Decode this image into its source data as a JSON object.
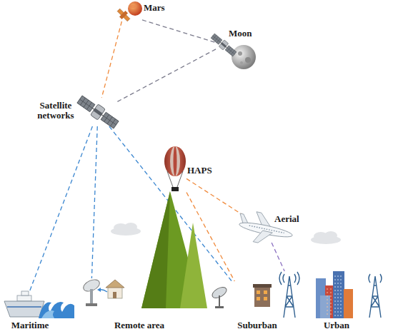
{
  "diagram": {
    "nodes": [
      {
        "text": [
          "Mars"
        ]
      },
      {
        "text": [
          "Moon"
        ]
      },
      {
        "text": [
          "Satellite networks"
        ]
      },
      {
        "text": [
          "HAPS"
        ]
      },
      {
        "text": [
          "Aerial"
        ]
      },
      {
        "text": [
          "Maritime"
        ]
      },
      {
        "text": [
          "Remote area"
        ]
      },
      {
        "text": [
          "Suburban"
        ]
      },
      {
        "text": [
          "Urban"
        ]
      }
    ],
    "edges": [
      {
        "from": 0,
        "to": 1,
        "arrow": "none"
      },
      {
        "from": 0,
        "to": 2,
        "arrow": "none"
      },
      {
        "from": 1,
        "to": 2,
        "arrow": "none"
      },
      {
        "from": 2,
        "to": 5,
        "arrow": "none"
      },
      {
        "from": 2,
        "to": 6,
        "arrow": "none"
      },
      {
        "from": 2,
        "to": 7,
        "arrow": "none"
      },
      {
        "from": 3,
        "to": 7,
        "arrow": "none"
      },
      {
        "from": 3,
        "to": 4,
        "arrow": "none"
      },
      {
        "from": 4,
        "to": 8,
        "arrow": "none"
      }
    ]
  }
}
